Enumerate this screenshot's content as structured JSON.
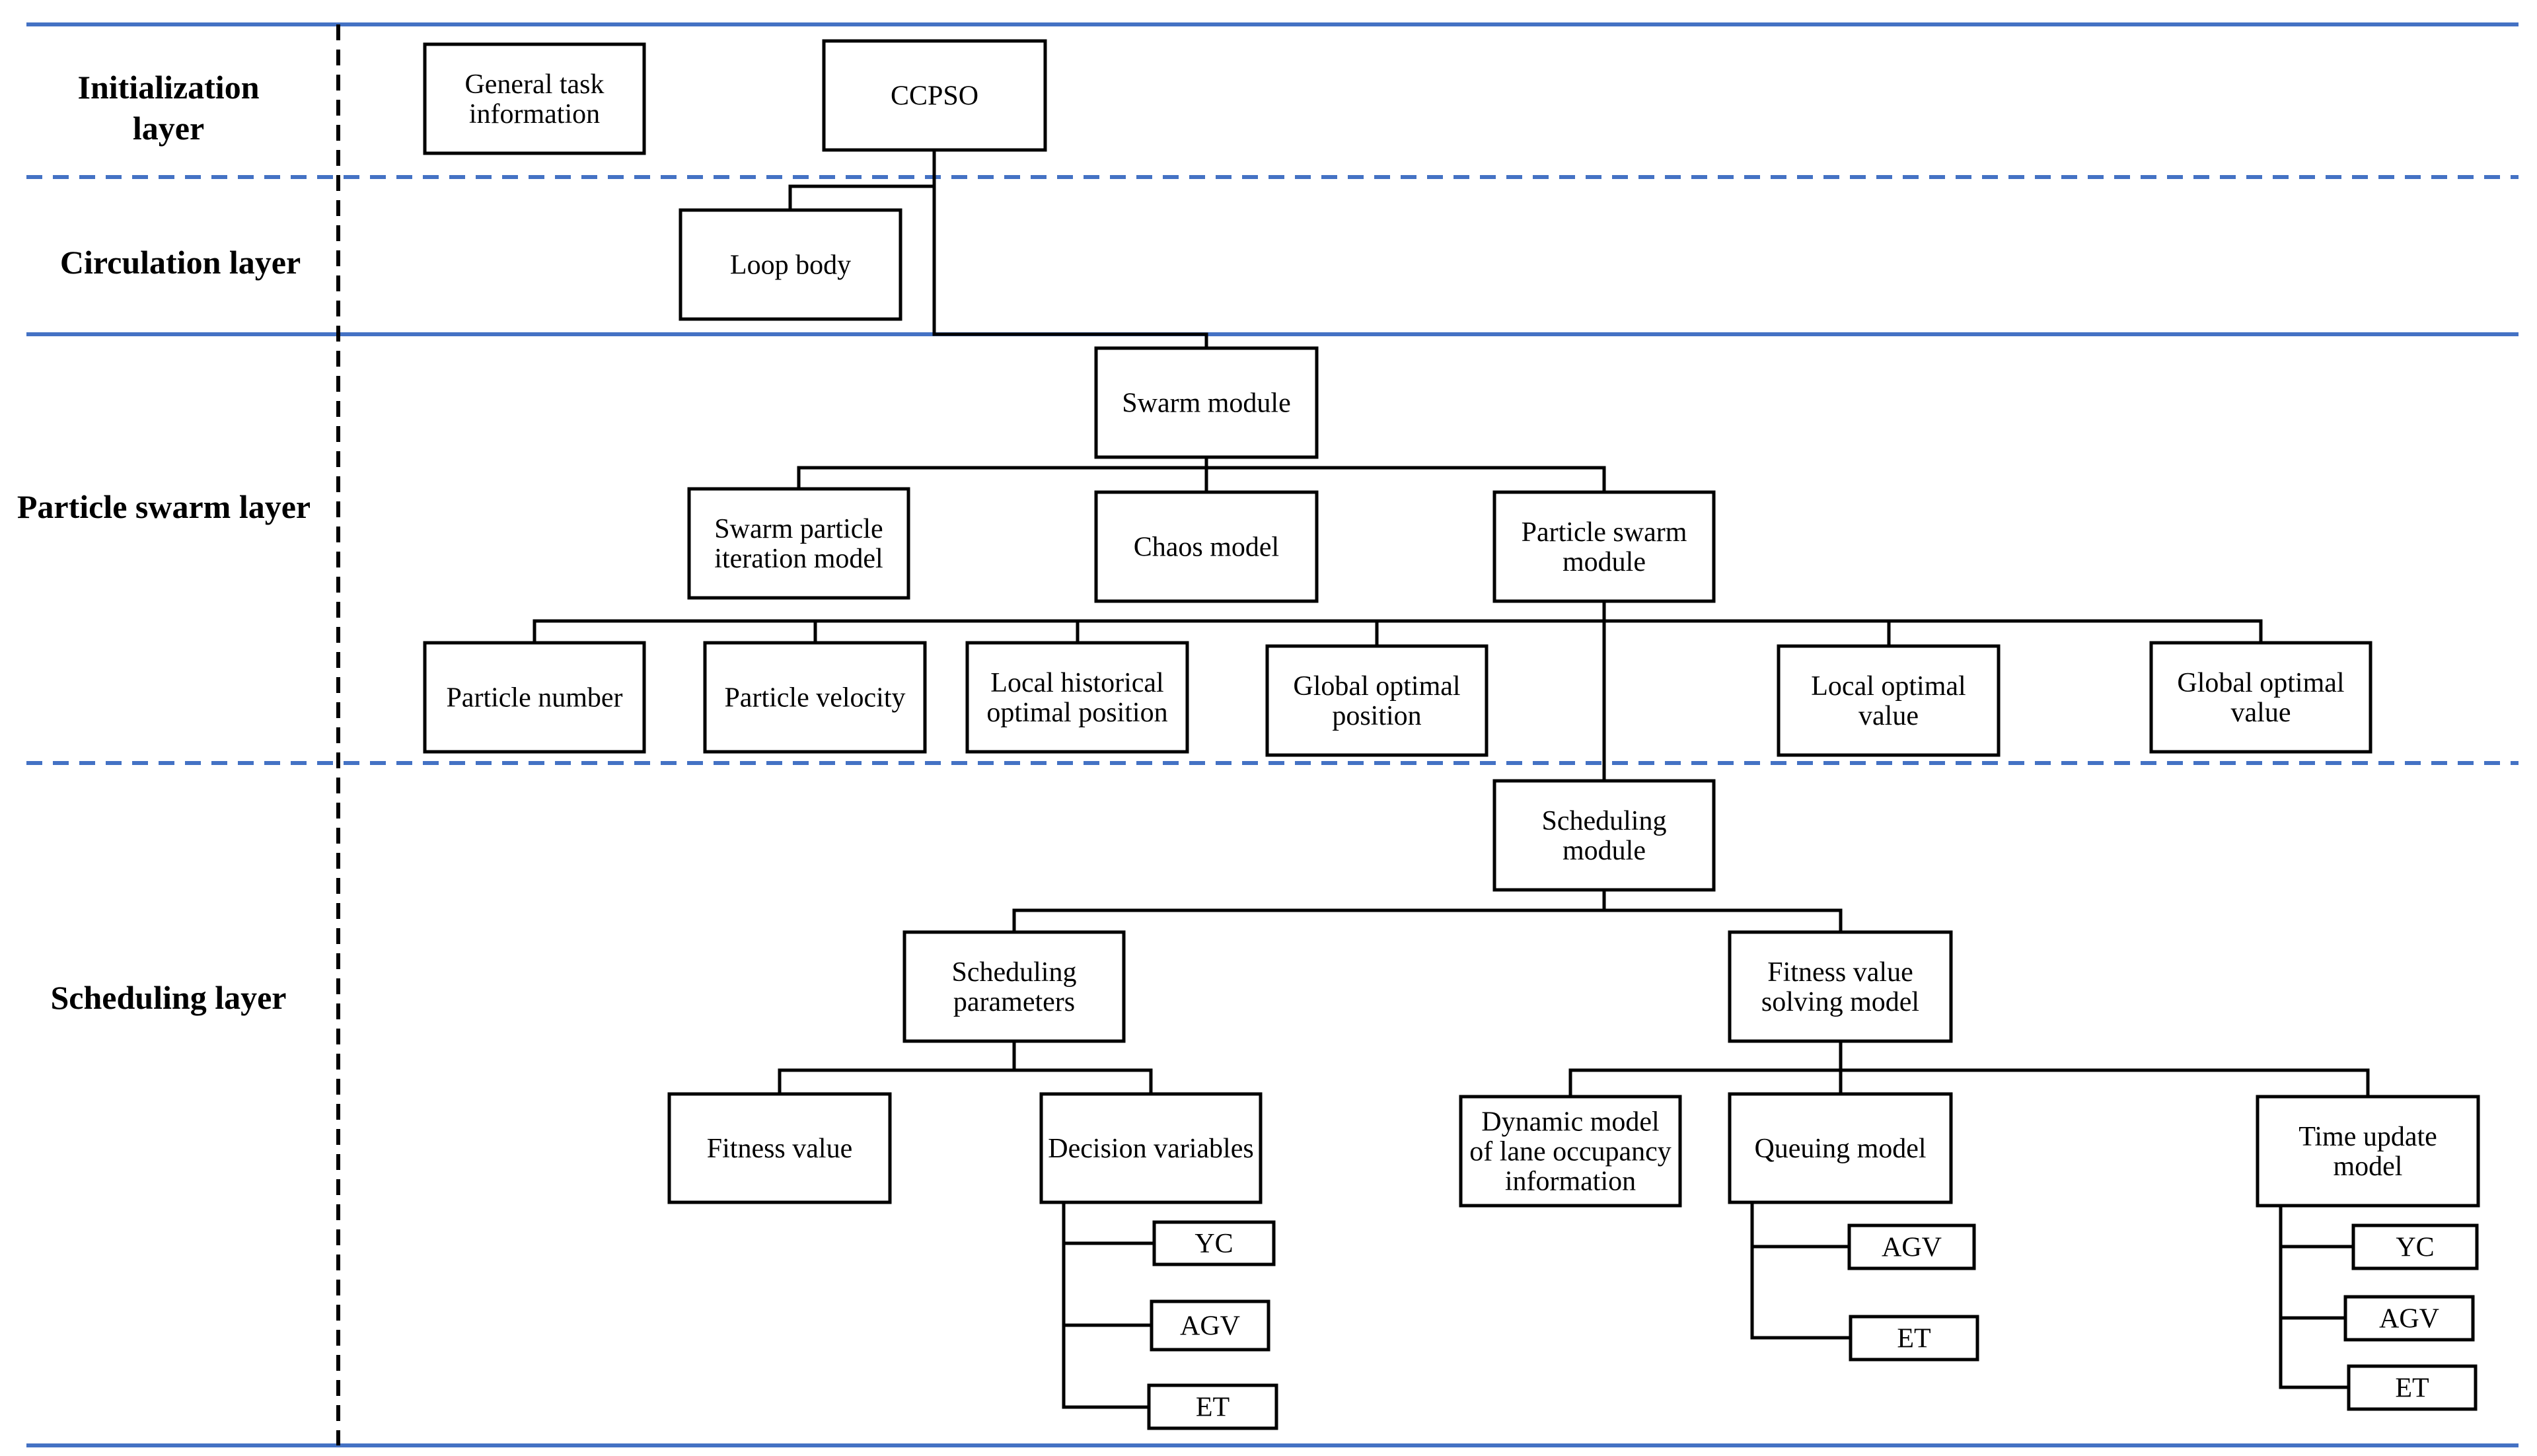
{
  "colors": {
    "separator": "#4472c4",
    "stroke": "#000000",
    "background": "#ffffff"
  },
  "layers": {
    "initialization": [
      "Initialization",
      "layer"
    ],
    "circulation": [
      "Circulation layer"
    ],
    "particle_swarm": [
      "Particle swarm layer"
    ],
    "scheduling": [
      "Scheduling layer"
    ]
  },
  "nodes": {
    "general_task": [
      "General task",
      "information"
    ],
    "ccpso": [
      "CCPSO"
    ],
    "loop_body": [
      "Loop body"
    ],
    "swarm_module": [
      "Swarm module"
    ],
    "swarm_particle_iteration": [
      "Swarm particle",
      "iteration model"
    ],
    "chaos_model": [
      "Chaos model"
    ],
    "particle_swarm_module": [
      "Particle swarm",
      "module"
    ],
    "particle_number": [
      "Particle number"
    ],
    "particle_velocity": [
      "Particle velocity"
    ],
    "local_historical": [
      "Local historical",
      "optimal position"
    ],
    "global_optimal_position": [
      "Global optimal",
      "position"
    ],
    "local_optimal_value": [
      "Local optimal",
      "value"
    ],
    "global_optimal_value": [
      "Global optimal",
      "value"
    ],
    "scheduling_module": [
      "Scheduling",
      "module"
    ],
    "scheduling_parameters": [
      "Scheduling",
      "parameters"
    ],
    "fitness_solving": [
      "Fitness value",
      "solving model"
    ],
    "fitness_value": [
      "Fitness value"
    ],
    "decision_variables": [
      "Decision variables"
    ],
    "dv_yc": [
      "YC"
    ],
    "dv_agv": [
      "AGV"
    ],
    "dv_et": [
      "ET"
    ],
    "dynamic_model": [
      "Dynamic model",
      "of lane occupancy",
      "information"
    ],
    "queuing_model": [
      "Queuing model"
    ],
    "qm_agv": [
      "AGV"
    ],
    "qm_et": [
      "ET"
    ],
    "time_update": [
      "Time update",
      "model"
    ],
    "tu_yc": [
      "YC"
    ],
    "tu_agv": [
      "AGV"
    ],
    "tu_et": [
      "ET"
    ]
  }
}
